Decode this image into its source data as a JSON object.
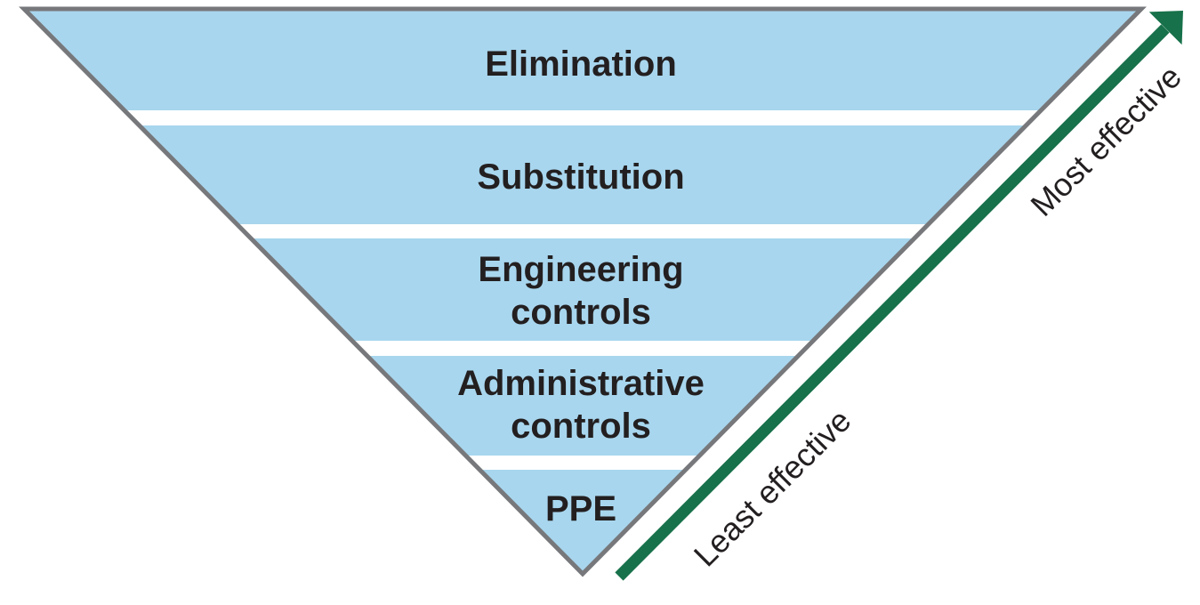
{
  "figure": {
    "type": "inverted-pyramid",
    "levels": [
      {
        "name": "elimination",
        "lines": [
          "Elimination"
        ]
      },
      {
        "name": "substitution",
        "lines": [
          "Substitution"
        ]
      },
      {
        "name": "engineering-controls",
        "lines": [
          "Engineering",
          "controls"
        ]
      },
      {
        "name": "administrative-controls",
        "lines": [
          "Administrative",
          "controls"
        ]
      },
      {
        "name": "ppe",
        "lines": [
          "PPE"
        ]
      }
    ],
    "effectiveness_scale": {
      "low_label": "Least effective",
      "high_label": "Most effective"
    },
    "colors": {
      "band_fill": "#A8D6EE",
      "band_separator": "#FFFFFF",
      "pyramid_border": "#77787B",
      "arrow": "#17714A",
      "text": "#231F20",
      "background": "#FFFFFF"
    }
  }
}
